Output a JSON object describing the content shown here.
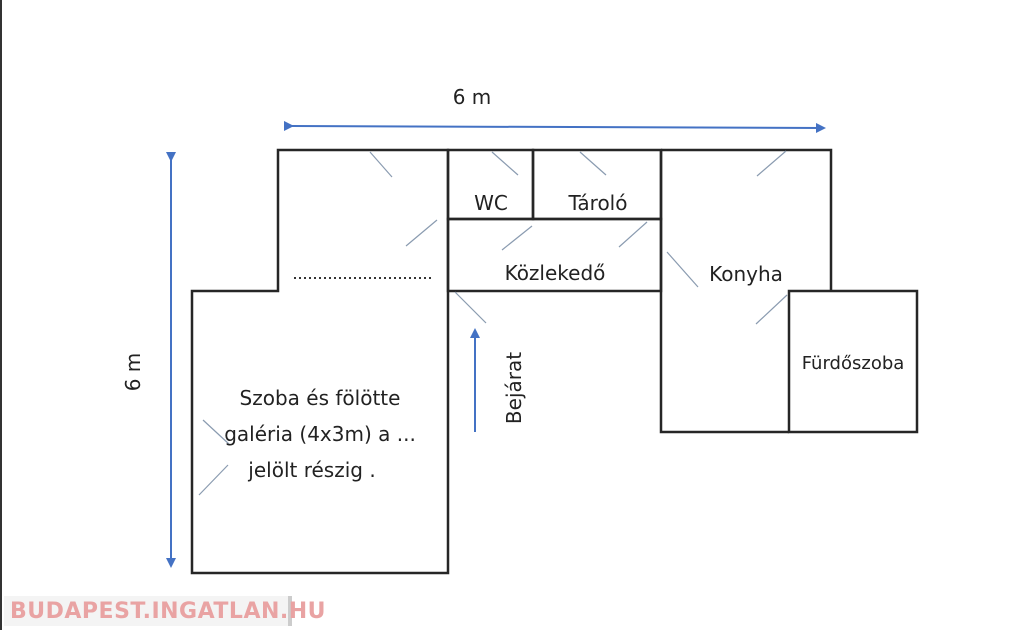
{
  "dimensions": {
    "width_label": "6 m",
    "height_label": "6 m"
  },
  "rooms": {
    "wc": "WC",
    "storage": "Tároló",
    "corridor": "Közlekedő",
    "kitchen": "Konyha",
    "bathroom": "Fürdőszoba",
    "room_line1": "Szoba és fölötte",
    "room_line2": "galéria (4x3m) a ...",
    "room_line3": "jelölt részig ."
  },
  "entrance": "Bejárat",
  "watermark": "BUDAPEST.INGATLAN.HU",
  "colors": {
    "arrow": "#4472c4",
    "wall": "#262626",
    "watermark": "#e9a3a3"
  }
}
